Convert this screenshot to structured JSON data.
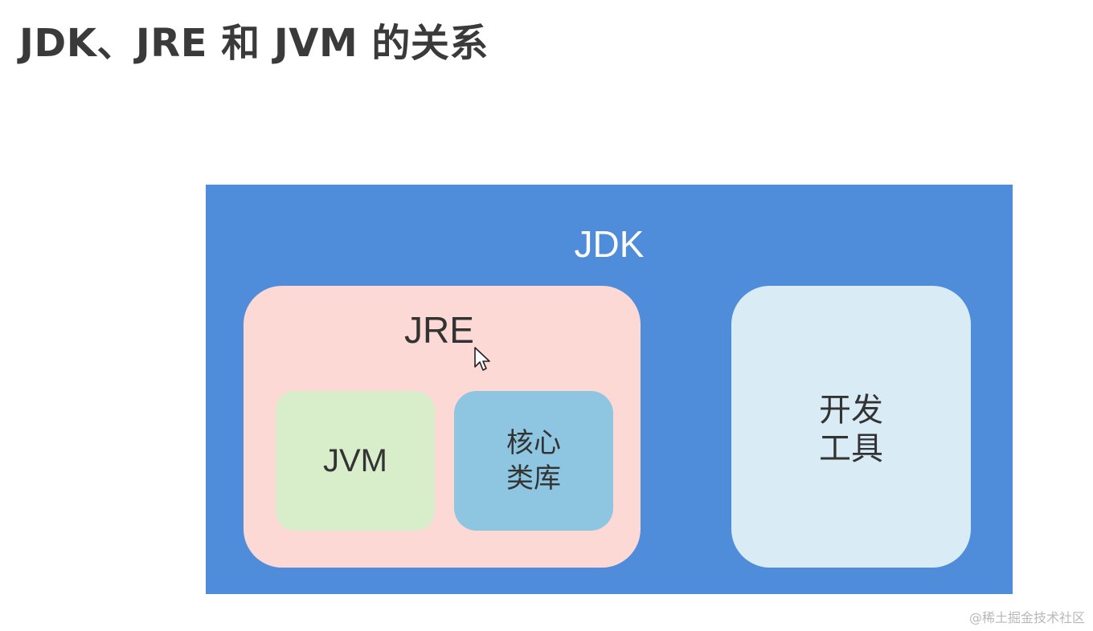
{
  "title": "JDK、JRE 和 JVM 的关系",
  "diagram": {
    "jdk": {
      "label": "JDK",
      "color": "#4f8cd9"
    },
    "jre": {
      "label": "JRE",
      "color": "#fcd9d4"
    },
    "jvm": {
      "label": "JVM",
      "color": "#d8edca"
    },
    "core_library": {
      "label": "核心类库",
      "color": "#8ec5e0"
    },
    "dev_tools": {
      "label": "开发工具",
      "color": "#d9ecf5"
    }
  },
  "cursor": {
    "icon": "mouse-pointer-icon"
  },
  "watermark": "@稀土掘金技术社区"
}
